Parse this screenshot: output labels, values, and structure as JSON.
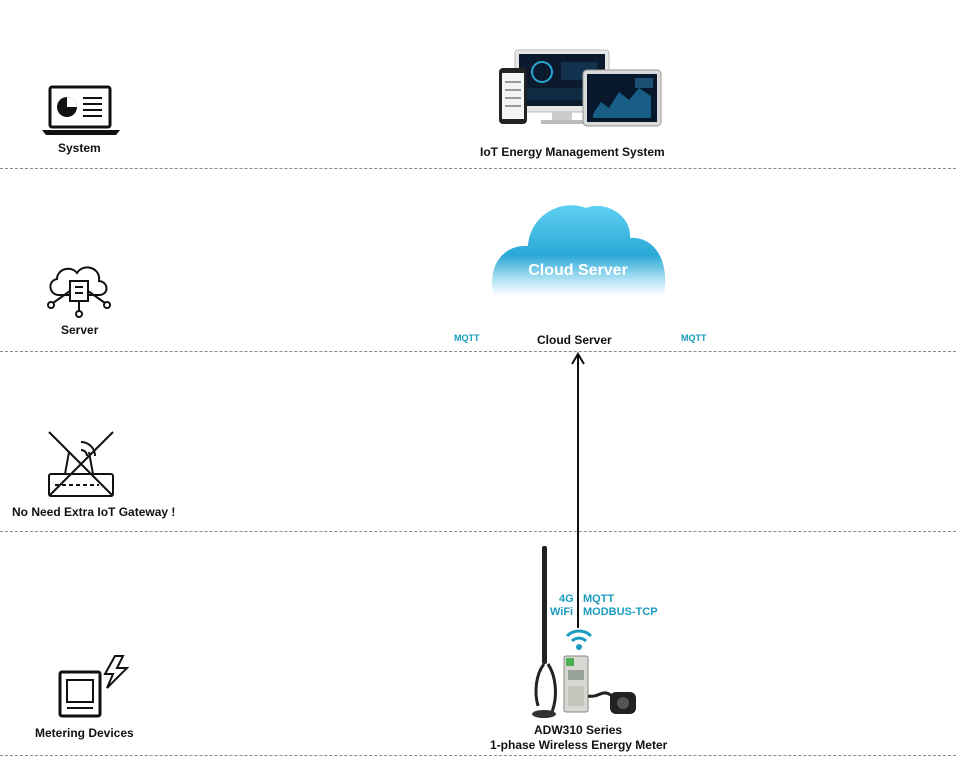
{
  "layers": {
    "system": {
      "label": "System",
      "center_label": "IoT Energy Management System"
    },
    "server": {
      "label": "Server",
      "center_label": "Cloud Server",
      "cloud_text": "Cloud Server",
      "protocol_left": "MQTT",
      "protocol_right": "MQTT"
    },
    "gateway": {
      "label": "No Need Extra IoT Gateway !"
    },
    "devices": {
      "label": "Metering Devices",
      "conn_left_1": "4G",
      "conn_left_2": "WiFi",
      "conn_right_1": "MQTT",
      "conn_right_2": "MODBUS-TCP",
      "device_line_1": "ADW310 Series",
      "device_line_2": "1-phase Wireless Energy Meter"
    }
  },
  "colors": {
    "accent": "#1a9bbf",
    "cloud": "#38b8e0",
    "divider": "#8a8a8a"
  },
  "icons": [
    "laptop-chart-icon",
    "cloud-network-icon",
    "crossed-router-icon",
    "meter-lightning-icon",
    "monitor-tablet-phone-image",
    "cloud-image",
    "wifi-icon",
    "energy-meter-image"
  ]
}
